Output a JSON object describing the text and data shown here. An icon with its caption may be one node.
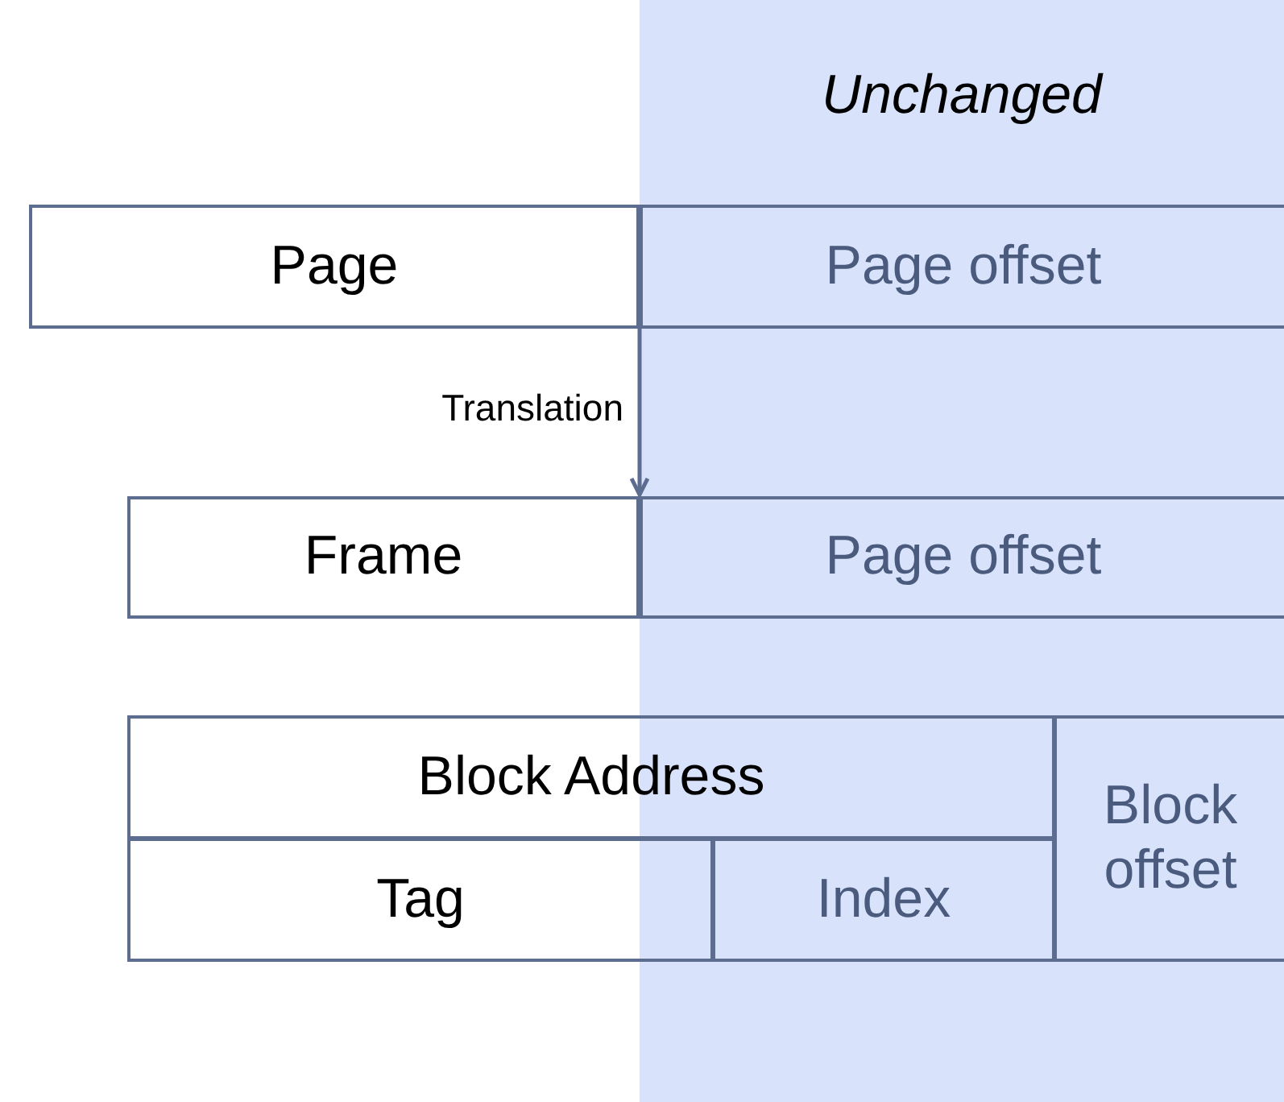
{
  "diagram": {
    "nodes": [
      {
        "text": [
          "Unchanged"
        ]
      },
      {
        "text": [
          "Page"
        ]
      },
      {
        "text": [
          "Page offset"
        ],
        "in": 0
      },
      {
        "text": [
          "Frame"
        ]
      },
      {
        "text": [
          "Page offset"
        ],
        "in": 0
      },
      {
        "text": [
          "Block Address"
        ]
      },
      {
        "text": [
          "Tag"
        ]
      },
      {
        "text": [
          "Index"
        ],
        "in": 0
      },
      {
        "text": [
          "Block offset"
        ],
        "in": 0
      }
    ],
    "edges": [
      {
        "from": 1,
        "to": 3,
        "arrow": "to",
        "label": "Translation"
      }
    ]
  }
}
